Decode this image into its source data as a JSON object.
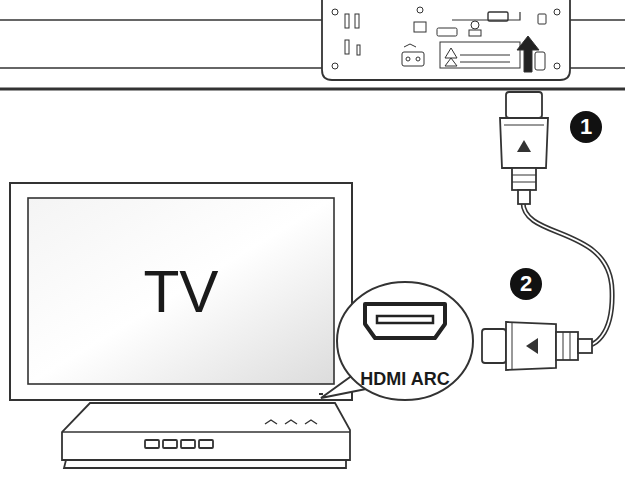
{
  "diagram": {
    "nodes": [
      {
        "text": [
          "TV"
        ]
      },
      {
        "text": [
          "HDMI ARC"
        ]
      }
    ],
    "labels": [
      "1",
      "2"
    ]
  }
}
